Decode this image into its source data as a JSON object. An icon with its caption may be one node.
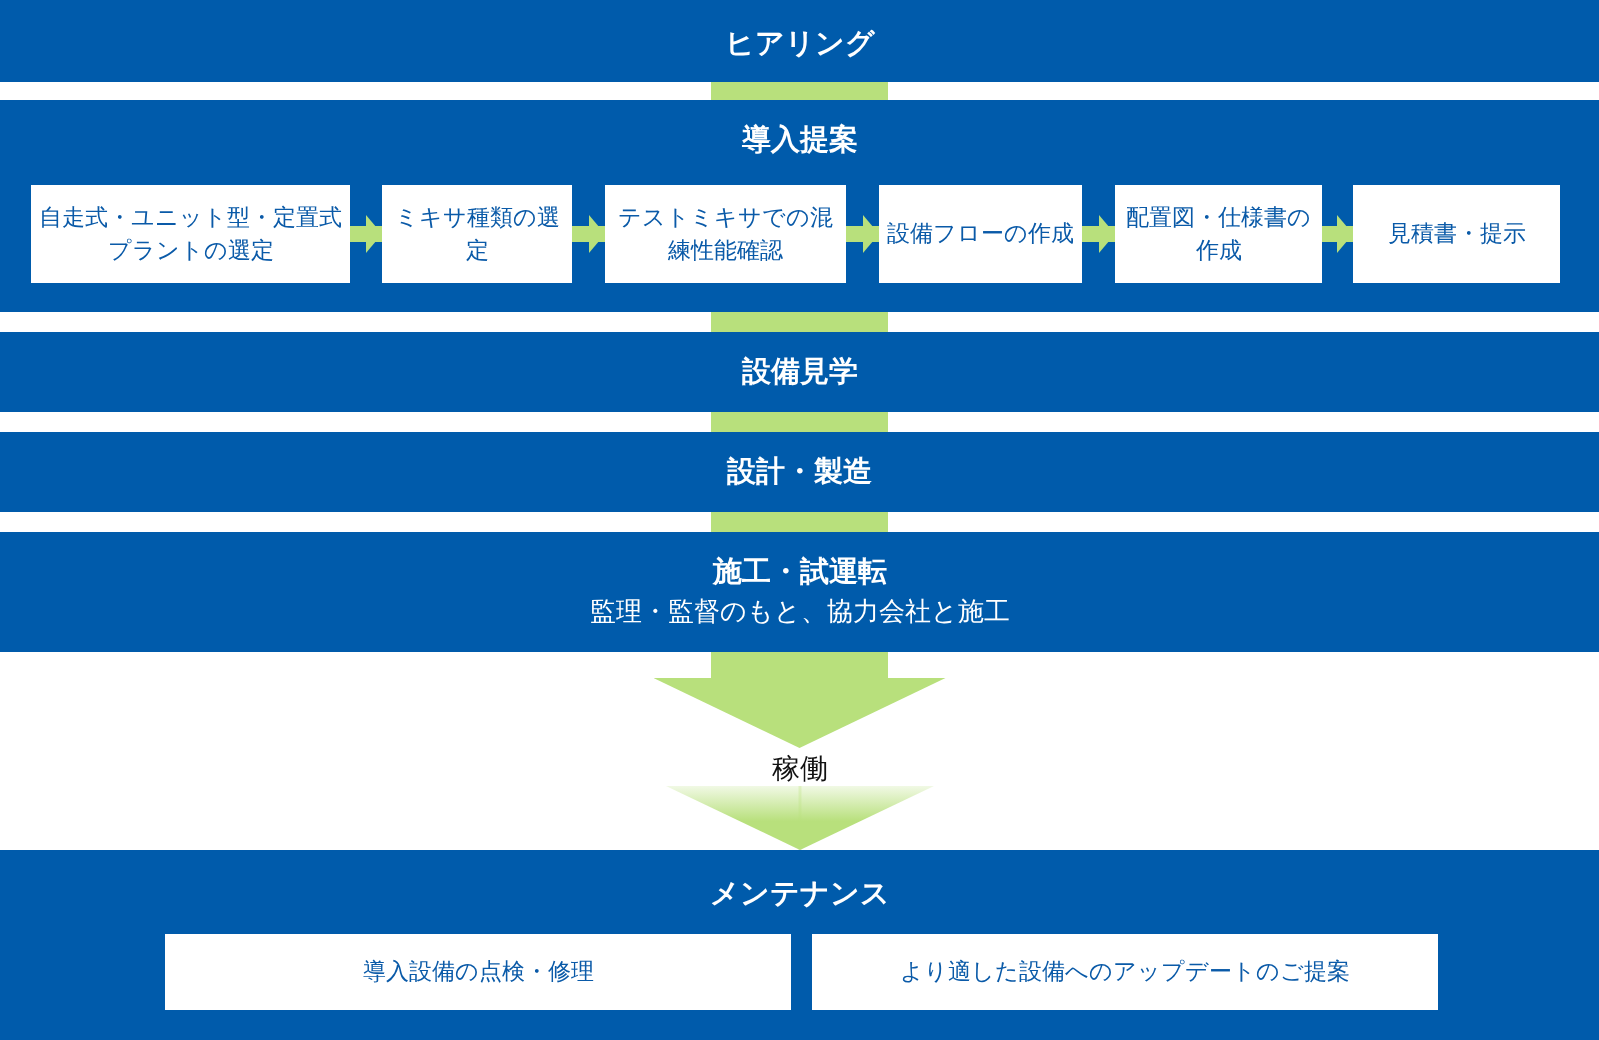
{
  "diagram": {
    "nodes": [
      {
        "text": [
          "ヒアリング"
        ]
      },
      {
        "text": [
          "導入提案"
        ]
      },
      {
        "text": [
          "自走式・ユニット型・定置式プラントの選定"
        ],
        "in": 1
      },
      {
        "text": [
          "ミキサ種類の選定"
        ],
        "in": 1
      },
      {
        "text": [
          "テストミキサでの混練性能確認"
        ],
        "in": 1
      },
      {
        "text": [
          "設備フローの作成"
        ],
        "in": 1
      },
      {
        "text": [
          "配置図・仕様書の作成"
        ],
        "in": 1
      },
      {
        "text": [
          "見積書・提示"
        ],
        "in": 1
      },
      {
        "text": [
          "設備見学"
        ]
      },
      {
        "text": [
          "設計・製造"
        ]
      },
      {
        "text": [
          "施工・試運転",
          "監理・監督のもと、協力会社と施工"
        ]
      },
      {
        "text": [
          "稼働"
        ]
      },
      {
        "text": [
          "メンテナンス"
        ]
      },
      {
        "text": [
          "導入設備の点検・修理"
        ],
        "in": 12
      },
      {
        "text": [
          "より適した設備へのアップデートのご提案"
        ],
        "in": 12
      }
    ],
    "edges": [
      {
        "from": 0,
        "to": 1,
        "arrow": "none",
        "style": "thick"
      },
      {
        "from": 2,
        "to": 3,
        "arrow": "to"
      },
      {
        "from": 3,
        "to": 4,
        "arrow": "to"
      },
      {
        "from": 4,
        "to": 5,
        "arrow": "to"
      },
      {
        "from": 5,
        "to": 6,
        "arrow": "to"
      },
      {
        "from": 6,
        "to": 7,
        "arrow": "to"
      },
      {
        "from": 1,
        "to": 8,
        "arrow": "none",
        "style": "thick"
      },
      {
        "from": 8,
        "to": 9,
        "arrow": "none",
        "style": "thick"
      },
      {
        "from": 9,
        "to": 10,
        "arrow": "none",
        "style": "thick"
      },
      {
        "from": 10,
        "to": 11,
        "arrow": "to",
        "style": "thick"
      },
      {
        "from": 11,
        "to": 12,
        "arrow": "to"
      }
    ]
  }
}
